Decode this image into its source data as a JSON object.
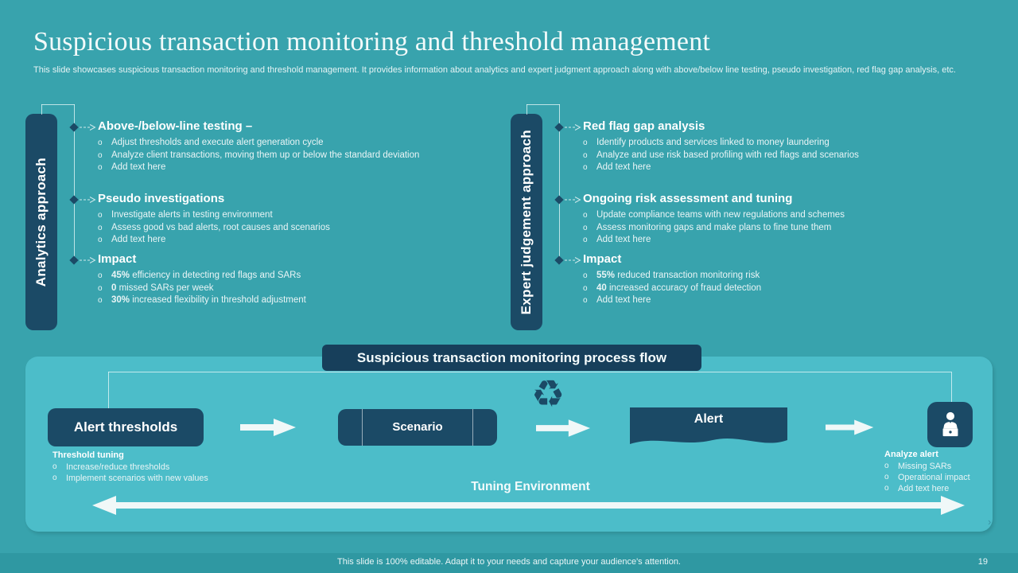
{
  "slide": {
    "title": "Suspicious transaction monitoring and threshold management",
    "subtitle": "This slide showcases suspicious transaction monitoring and threshold management. It provides information about analytics and expert judgment approach along with above/below line testing, pseudo investigation, red flag gap analysis, etc.",
    "footer": "This slide is 100% editable. Adapt it to your needs and capture your audience's attention.",
    "page_number": "19"
  },
  "colors": {
    "background": "#38A3AD",
    "panel": "#4CBDC9",
    "dark_navy": "#1B4A66",
    "footer_bar": "#2F98A2",
    "text_light": "#EAF5F6"
  },
  "columns": [
    {
      "label": "Analytics approach",
      "sections": [
        {
          "heading": "Above-/below-line testing –",
          "bullets": [
            {
              "b": "",
              "t": "Adjust thresholds and execute alert generation cycle"
            },
            {
              "b": "",
              "t": "Analyze client transactions, moving them up or below the standard deviation"
            },
            {
              "b": "",
              "t": "Add text here"
            }
          ]
        },
        {
          "heading": "Pseudo investigations",
          "bullets": [
            {
              "b": "",
              "t": "Investigate alerts in testing environment"
            },
            {
              "b": "",
              "t": "Assess good vs bad alerts, root causes and scenarios"
            },
            {
              "b": "",
              "t": "Add text here"
            }
          ]
        },
        {
          "heading": "Impact",
          "bullets": [
            {
              "b": "45% ",
              "t": "efficiency in detecting red flags and SARs"
            },
            {
              "b": "0 ",
              "t": "missed SARs per week"
            },
            {
              "b": "30% ",
              "t": "increased flexibility in threshold adjustment"
            }
          ]
        }
      ]
    },
    {
      "label": "Expert judgement approach",
      "sections": [
        {
          "heading": "Red flag gap analysis",
          "bullets": [
            {
              "b": "",
              "t": "Identify products and services linked to money laundering"
            },
            {
              "b": "",
              "t": "Analyze and use risk based profiling with red flags and scenarios"
            },
            {
              "b": "",
              "t": "Add text here"
            }
          ]
        },
        {
          "heading": "Ongoing risk assessment and tuning",
          "bullets": [
            {
              "b": "",
              "t": "Update compliance teams with new regulations and schemes"
            },
            {
              "b": "",
              "t": "Assess monitoring gaps and make plans to fine tune them"
            },
            {
              "b": "",
              "t": "Add text here"
            }
          ]
        },
        {
          "heading": "Impact",
          "bullets": [
            {
              "b": "55% ",
              "t": "reduced transaction monitoring risk"
            },
            {
              "b": "40 ",
              "t": "increased accuracy of fraud detection"
            },
            {
              "b": "",
              "t": "Add text here"
            }
          ]
        }
      ]
    }
  ],
  "process_flow": {
    "title": "Suspicious transaction monitoring process flow",
    "recycle_glyph": "♻",
    "nodes": {
      "alert_thresholds": "Alert thresholds",
      "scenario": "Scenario",
      "alert": "Alert"
    },
    "threshold_tuning": {
      "heading": "Threshold tuning",
      "bullets": [
        "Increase/reduce thresholds",
        "Implement scenarios with new values"
      ]
    },
    "analyze_alert": {
      "heading": "Analyze alert",
      "bullets": [
        "Missing SARs",
        "Operational impact",
        "Add text here"
      ]
    },
    "tuning_environment": "Tuning Environment"
  }
}
